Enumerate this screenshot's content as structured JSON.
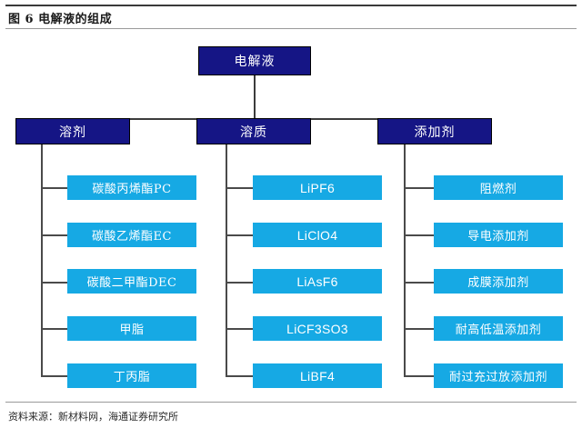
{
  "figure": {
    "title": "图 6  电解液的组成",
    "source": "资料来源：新材料网，海通证券研究所"
  },
  "colors": {
    "category_fill": "#151585",
    "category_border": "#000000",
    "leaf_fill": "#16a9e4",
    "node_text": "#ffffff",
    "line": "#3c3c3c",
    "rule": "#3a3a3a"
  },
  "diagram": {
    "type": "tree",
    "root": {
      "label": "电解液"
    },
    "branches": [
      {
        "label": "溶剂",
        "children": [
          {
            "label": "碳酸丙烯酯PC"
          },
          {
            "label": "碳酸乙烯酯EC"
          },
          {
            "label": "碳酸二甲酯DEC"
          },
          {
            "label": "甲脂"
          },
          {
            "label": "丁丙脂"
          }
        ]
      },
      {
        "label": "溶质",
        "children": [
          {
            "label": "LiPF6"
          },
          {
            "label": "LiClO4"
          },
          {
            "label": "LiAsF6"
          },
          {
            "label": "LiCF3SO3"
          },
          {
            "label": "LiBF4"
          }
        ]
      },
      {
        "label": "添加剂",
        "children": [
          {
            "label": "阻燃剂"
          },
          {
            "label": "导电添加剂"
          },
          {
            "label": "成膜添加剂"
          },
          {
            "label": "耐高低温添加剂"
          },
          {
            "label": "耐过充过放添加剂"
          }
        ]
      }
    ]
  }
}
